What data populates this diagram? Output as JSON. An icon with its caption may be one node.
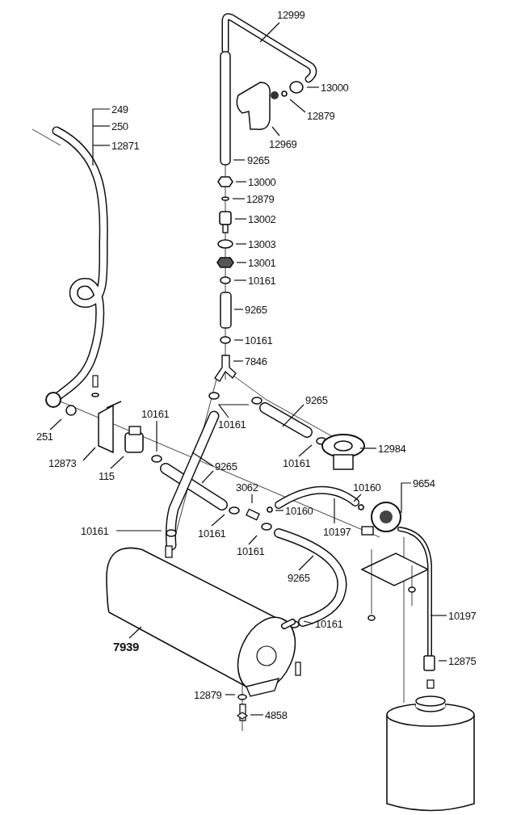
{
  "diagram": {
    "nodes": [
      {
        "text": [
          "12999"
        ]
      },
      {
        "text": [
          "13000"
        ]
      },
      {
        "text": [
          "12879"
        ]
      },
      {
        "text": [
          "12969"
        ]
      },
      {
        "text": [
          "9265"
        ]
      },
      {
        "text": [
          "13000"
        ]
      },
      {
        "text": [
          "12879"
        ]
      },
      {
        "text": [
          "13002"
        ]
      },
      {
        "text": [
          "13003"
        ]
      },
      {
        "text": [
          "13001"
        ]
      },
      {
        "text": [
          "10161"
        ]
      },
      {
        "text": [
          "9265"
        ]
      },
      {
        "text": [
          "10161"
        ]
      },
      {
        "text": [
          "7846"
        ]
      },
      {
        "text": [
          "249"
        ]
      },
      {
        "text": [
          "250"
        ]
      },
      {
        "text": [
          "12871"
        ]
      },
      {
        "text": [
          "251"
        ]
      },
      {
        "text": [
          "12873"
        ]
      },
      {
        "text": [
          "115"
        ]
      },
      {
        "text": [
          "10161"
        ]
      },
      {
        "text": [
          "10161"
        ]
      },
      {
        "text": [
          "9265"
        ]
      },
      {
        "text": [
          "12984"
        ]
      },
      {
        "text": [
          "10161"
        ]
      },
      {
        "text": [
          "9265"
        ]
      },
      {
        "text": [
          "10161"
        ]
      },
      {
        "text": [
          "10161"
        ]
      },
      {
        "text": [
          "3062"
        ]
      },
      {
        "text": [
          "10160"
        ]
      },
      {
        "text": [
          "10161"
        ]
      },
      {
        "text": [
          "10160"
        ]
      },
      {
        "text": [
          "9654"
        ]
      },
      {
        "text": [
          "10197"
        ]
      },
      {
        "text": [
          "9265"
        ]
      },
      {
        "text": [
          "10161"
        ]
      },
      {
        "text": [
          "7939"
        ]
      },
      {
        "text": [
          "10197"
        ]
      },
      {
        "text": [
          "12875"
        ]
      },
      {
        "text": [
          "12879"
        ]
      },
      {
        "text": [
          "4858"
        ]
      }
    ],
    "edges": [
      {
        "from": 0,
        "to": null,
        "arrow": "none"
      },
      {
        "from": 1,
        "to": null,
        "arrow": "none"
      },
      {
        "from": 2,
        "to": null,
        "arrow": "none"
      },
      {
        "from": 3,
        "to": null,
        "arrow": "none"
      },
      {
        "from": 4,
        "to": null,
        "arrow": "none"
      },
      {
        "from": 5,
        "to": null,
        "arrow": "none"
      },
      {
        "from": 6,
        "to": null,
        "arrow": "none"
      },
      {
        "from": 7,
        "to": null,
        "arrow": "none"
      },
      {
        "from": 8,
        "to": null,
        "arrow": "none"
      },
      {
        "from": 9,
        "to": null,
        "arrow": "none"
      },
      {
        "from": 10,
        "to": null,
        "arrow": "none"
      },
      {
        "from": 11,
        "to": null,
        "arrow": "none"
      },
      {
        "from": 12,
        "to": null,
        "arrow": "none"
      },
      {
        "from": 13,
        "to": null,
        "arrow": "none"
      },
      {
        "from": 14,
        "to": null,
        "arrow": "none"
      },
      {
        "from": 15,
        "to": null,
        "arrow": "none"
      },
      {
        "from": 16,
        "to": null,
        "arrow": "none"
      },
      {
        "from": 17,
        "to": null,
        "arrow": "none"
      },
      {
        "from": 18,
        "to": null,
        "arrow": "none"
      },
      {
        "from": 19,
        "to": null,
        "arrow": "none"
      },
      {
        "from": 20,
        "to": null,
        "arrow": "none"
      },
      {
        "from": 21,
        "to": null,
        "arrow": "none"
      },
      {
        "from": 22,
        "to": null,
        "arrow": "none"
      },
      {
        "from": 23,
        "to": null,
        "arrow": "none"
      },
      {
        "from": 24,
        "to": null,
        "arrow": "none"
      },
      {
        "from": 25,
        "to": null,
        "arrow": "none"
      },
      {
        "from": 26,
        "to": null,
        "arrow": "none"
      },
      {
        "from": 27,
        "to": null,
        "arrow": "none"
      },
      {
        "from": 28,
        "to": null,
        "arrow": "none"
      },
      {
        "from": 29,
        "to": null,
        "arrow": "none"
      },
      {
        "from": 30,
        "to": null,
        "arrow": "none"
      },
      {
        "from": 31,
        "to": null,
        "arrow": "none"
      },
      {
        "from": 32,
        "to": null,
        "arrow": "none"
      },
      {
        "from": 33,
        "to": null,
        "arrow": "none"
      },
      {
        "from": 34,
        "to": null,
        "arrow": "none"
      },
      {
        "from": 35,
        "to": null,
        "arrow": "none"
      },
      {
        "from": 36,
        "to": null,
        "arrow": "none"
      },
      {
        "from": 37,
        "to": null,
        "arrow": "none"
      },
      {
        "from": 38,
        "to": null,
        "arrow": "none"
      },
      {
        "from": 39,
        "to": null,
        "arrow": "none"
      },
      {
        "from": 40,
        "to": null,
        "arrow": "none"
      }
    ]
  }
}
